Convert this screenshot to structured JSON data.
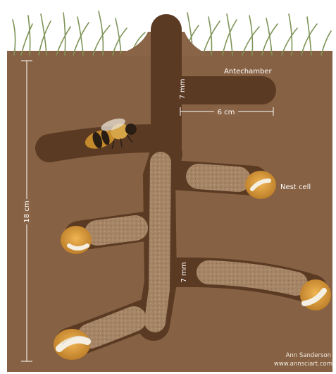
{
  "labels": {
    "antechamber": "Antechamber",
    "nest_cell": "Nest cell",
    "depth": "18 cm",
    "width_top": "6 cm",
    "diameter_top": "7 mm",
    "diameter_lower": "7 mm"
  },
  "credit": {
    "name": "Ann Sanderson",
    "site": "www.annsciart.com"
  },
  "colors": {
    "sky": "#ffffff",
    "soil": "#8a6446",
    "tunnel": "#5b3a23",
    "plug": "#9b7a5a",
    "pollen": "#d79a3a",
    "larva": "#f4efe2",
    "grass": "#7e9458"
  },
  "icons": {
    "bee": "bee-icon",
    "larva": "larva-icon"
  }
}
